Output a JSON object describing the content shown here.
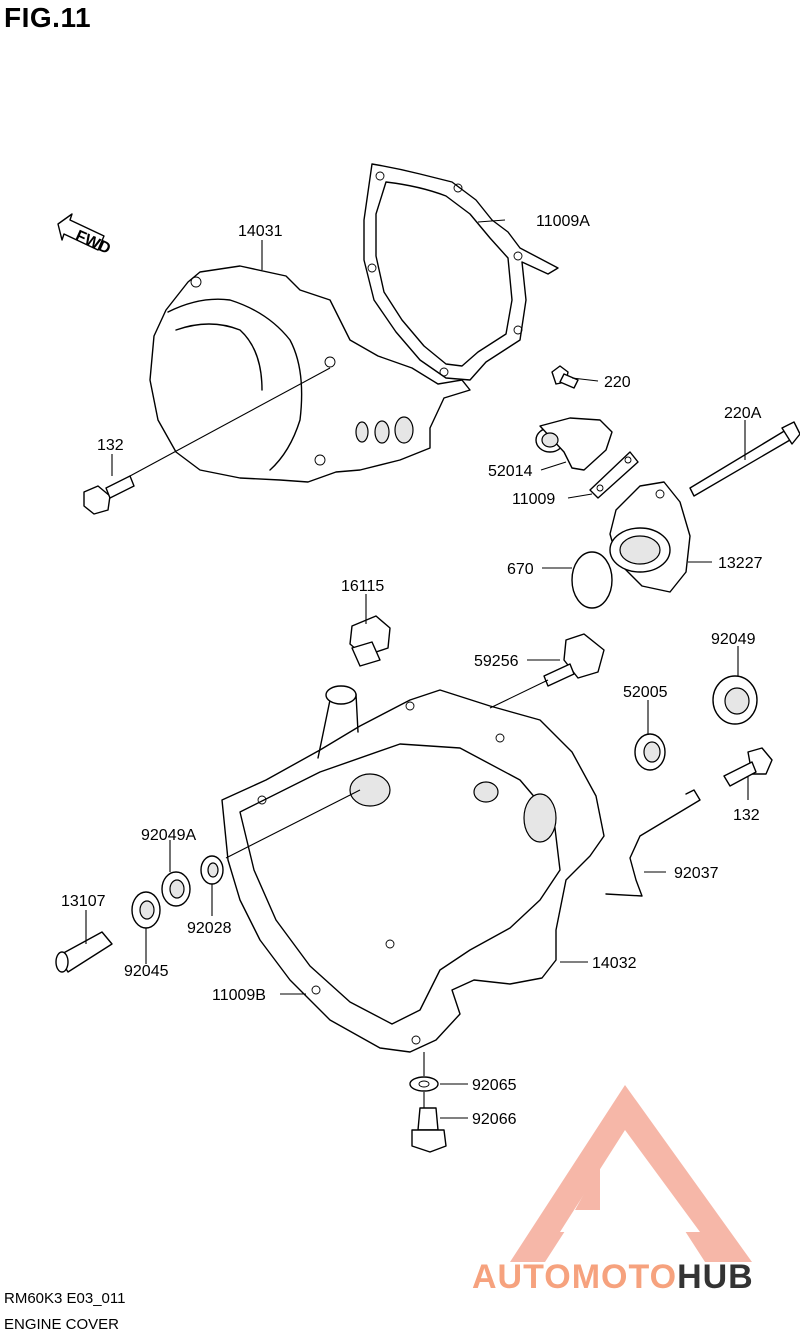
{
  "figure": {
    "title": "FIG.11",
    "fwd_label": "FWD",
    "code": "RM60K3 E03_011",
    "caption": "ENGINE COVER"
  },
  "parts": [
    {
      "id": "14031"
    },
    {
      "id": "11009A"
    },
    {
      "id": "132"
    },
    {
      "id": "220"
    },
    {
      "id": "220A"
    },
    {
      "id": "52014"
    },
    {
      "id": "11009"
    },
    {
      "id": "670"
    },
    {
      "id": "13227"
    },
    {
      "id": "16115"
    },
    {
      "id": "59256"
    },
    {
      "id": "92049"
    },
    {
      "id": "52005"
    },
    {
      "id": "132"
    },
    {
      "id": "92049A"
    },
    {
      "id": "92037"
    },
    {
      "id": "13107"
    },
    {
      "id": "92028"
    },
    {
      "id": "92045"
    },
    {
      "id": "14032"
    },
    {
      "id": "11009B"
    },
    {
      "id": "92065"
    },
    {
      "id": "92066"
    }
  ],
  "watermark": {
    "text_part1": "AUTOMOTO",
    "text_part2": "HUB",
    "color_primary": "#f4a08c",
    "color_secondary": "#f8c070",
    "color_dark": "#333333"
  }
}
